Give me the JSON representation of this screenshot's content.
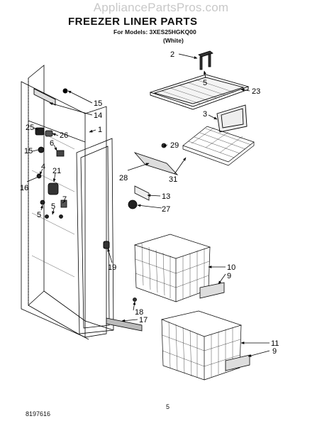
{
  "watermark": "AppliancePartsPros.com",
  "header": {
    "title": "FREEZER LINER PARTS",
    "models": "For Models: 3XES25HGKQ00",
    "color": "(White)"
  },
  "footer": {
    "doc_number": "8197616",
    "page_number": "5"
  },
  "callouts": [
    {
      "id": "c2",
      "label": "2"
    },
    {
      "id": "c5a",
      "label": "5"
    },
    {
      "id": "c23",
      "label": "23"
    },
    {
      "id": "c3",
      "label": "3"
    },
    {
      "id": "c15a",
      "label": "15"
    },
    {
      "id": "c14",
      "label": "14"
    },
    {
      "id": "c1",
      "label": "1"
    },
    {
      "id": "c25",
      "label": "25"
    },
    {
      "id": "c26",
      "label": "26"
    },
    {
      "id": "c15b",
      "label": "15"
    },
    {
      "id": "c6",
      "label": "6"
    },
    {
      "id": "c4",
      "label": "4"
    },
    {
      "id": "c21",
      "label": "21"
    },
    {
      "id": "c16",
      "label": "16"
    },
    {
      "id": "c7",
      "label": "7"
    },
    {
      "id": "c5b",
      "label": "5"
    },
    {
      "id": "c5c",
      "label": "5"
    },
    {
      "id": "c29",
      "label": "29"
    },
    {
      "id": "c28",
      "label": "28"
    },
    {
      "id": "c31",
      "label": "31"
    },
    {
      "id": "c13",
      "label": "13"
    },
    {
      "id": "c27",
      "label": "27"
    },
    {
      "id": "c19",
      "label": "19"
    },
    {
      "id": "c10",
      "label": "10"
    },
    {
      "id": "c9a",
      "label": "9"
    },
    {
      "id": "c18",
      "label": "18"
    },
    {
      "id": "c17",
      "label": "17"
    },
    {
      "id": "c11",
      "label": "11"
    },
    {
      "id": "c9b",
      "label": "9"
    }
  ]
}
